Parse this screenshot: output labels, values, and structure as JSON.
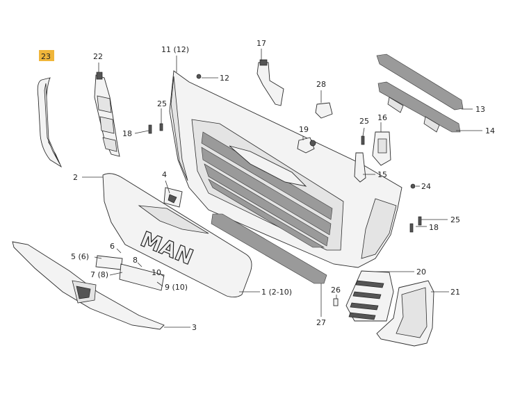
{
  "diagram": {
    "callouts": {
      "c1": "1 (2-10)",
      "c2": "2",
      "c3": "3",
      "c4": "4",
      "c5": "5 (6)",
      "c6": "6",
      "c7": "7 (8)",
      "c8": "8",
      "c9": "9 (10)",
      "c10": "10",
      "c11": "11 (12)",
      "c12": "12",
      "c13": "13",
      "c14": "14",
      "c15": "15",
      "c16": "16",
      "c17": "17",
      "c18a": "18",
      "c18b": "18",
      "c19": "19",
      "c20": "20",
      "c21": "21",
      "c22": "22",
      "c23": "23",
      "c24": "24",
      "c25a": "25",
      "c25b": "25",
      "c25c": "25",
      "c26": "26",
      "c27": "27",
      "c28": "28"
    },
    "highlighted_callout": "23",
    "highlight_color": "#f0b63a",
    "logo_text": "MAN"
  }
}
